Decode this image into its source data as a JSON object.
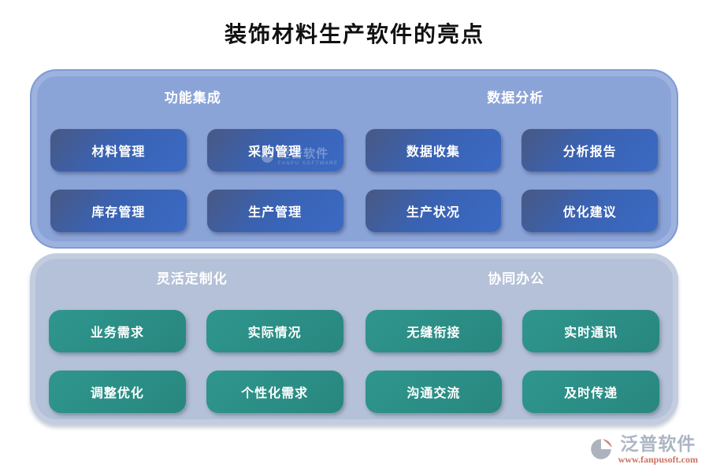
{
  "title": "装饰材料生产软件的亮点",
  "sections": [
    {
      "id": "top",
      "panel_color": "#8ba4d8",
      "button_color": "#3b66bf",
      "columns": [
        {
          "header": "功能集成",
          "buttons": [
            "材料管理",
            "采购管理",
            "库存管理",
            "生产管理"
          ]
        },
        {
          "header": "数据分析",
          "buttons": [
            "数据收集",
            "分析报告",
            "生产状况",
            "优化建议"
          ]
        }
      ]
    },
    {
      "id": "bottom",
      "panel_color": "#b4c1d8",
      "button_color": "#2a9088",
      "columns": [
        {
          "header": "灵活定制化",
          "buttons": [
            "业务需求",
            "实际情况",
            "调整优化",
            "个性化需求"
          ]
        },
        {
          "header": "协同办公",
          "buttons": [
            "无缝衔接",
            "实时通讯",
            "沟通交流",
            "及时传递"
          ]
        }
      ]
    }
  ],
  "watermark": {
    "text": "泛普软件",
    "subtext": "FANPU SOFTWARE"
  },
  "footer_logo": {
    "name": "泛普软件",
    "url": "www.fanpusoft.com"
  },
  "colors": {
    "title_text": "#111111",
    "blue_button": "#3b66bf",
    "green_button": "#2a9088",
    "top_panel": "#8ba4d8",
    "bottom_panel": "#b4c1d8",
    "header_text": "#ffffff",
    "logo_gray": "#adb5c3",
    "logo_red": "#ca7261"
  }
}
